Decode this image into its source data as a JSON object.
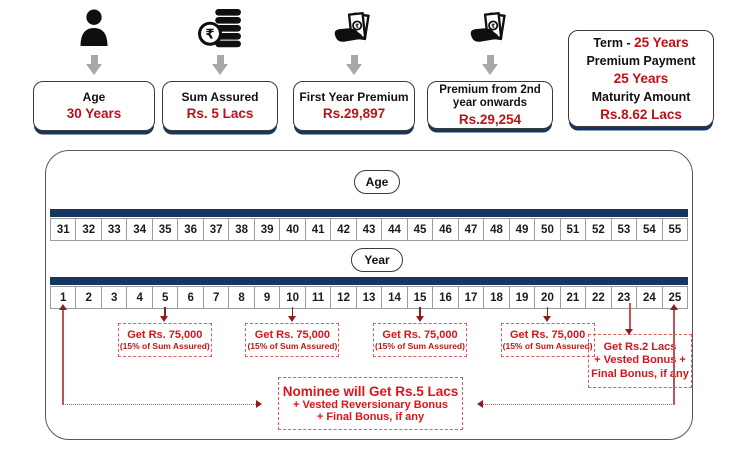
{
  "colors": {
    "navy": "#17365d",
    "dark_red": "#bf1016",
    "bright_red": "#d8141b",
    "line_red": "#c2595d",
    "arrowhead_red": "#8c1c22",
    "gray_arrow": "#a8a8a8"
  },
  "top": {
    "items": [
      {
        "icon": "person-icon",
        "title": "Age",
        "value": "30 Years"
      },
      {
        "icon": "rupee-coins-icon",
        "title": "Sum Assured",
        "value": "Rs. 5 Lacs"
      },
      {
        "icon": "money-hand-icon",
        "title": "First Year Premium",
        "value": "Rs.29,897"
      },
      {
        "icon": "money-hand-icon",
        "title": "Premium from 2nd year onwards",
        "value": "Rs.29,254"
      }
    ],
    "summary": {
      "term_label": "Term  -",
      "term_value": "25 Years",
      "premium_payment_label": "Premium Payment",
      "premium_payment_value": "25 Years",
      "maturity_label": "Maturity Amount",
      "maturity_value": "Rs.8.62 Lacs"
    }
  },
  "timeline": {
    "age_pill": "Age",
    "year_pill": "Year",
    "ages": [
      31,
      32,
      33,
      34,
      35,
      36,
      37,
      38,
      39,
      40,
      41,
      42,
      43,
      44,
      45,
      46,
      47,
      48,
      49,
      50,
      51,
      52,
      53,
      54,
      55
    ],
    "years": [
      1,
      2,
      3,
      4,
      5,
      6,
      7,
      8,
      9,
      10,
      11,
      12,
      13,
      14,
      15,
      16,
      17,
      18,
      19,
      20,
      21,
      22,
      23,
      24,
      25
    ],
    "payouts": [
      {
        "year": 5,
        "line1": "Get Rs. 75,000",
        "line2": "(15% of Sum Assured)"
      },
      {
        "year": 10,
        "line1": "Get Rs. 75,000",
        "line2": "(15% of Sum Assured)"
      },
      {
        "year": 15,
        "line1": "Get Rs. 75,000",
        "line2": "(15% of Sum Assured)"
      },
      {
        "year": 20,
        "line1": "Get Rs. 75,000",
        "line2": "(15% of Sum Assured)"
      }
    ],
    "maturity_note": {
      "arrow_year": 23,
      "return_year": 25,
      "line1": "Get Rs.2 Lacs",
      "line2": "+ Vested Bonus +",
      "line3": "Final Bonus, if any"
    },
    "nominee_note": {
      "from_year": 1,
      "line1": "Nominee will Get Rs.5 Lacs",
      "line2": "+ Vested Reversionary Bonus",
      "line3": "+ Final Bonus, if any"
    }
  }
}
